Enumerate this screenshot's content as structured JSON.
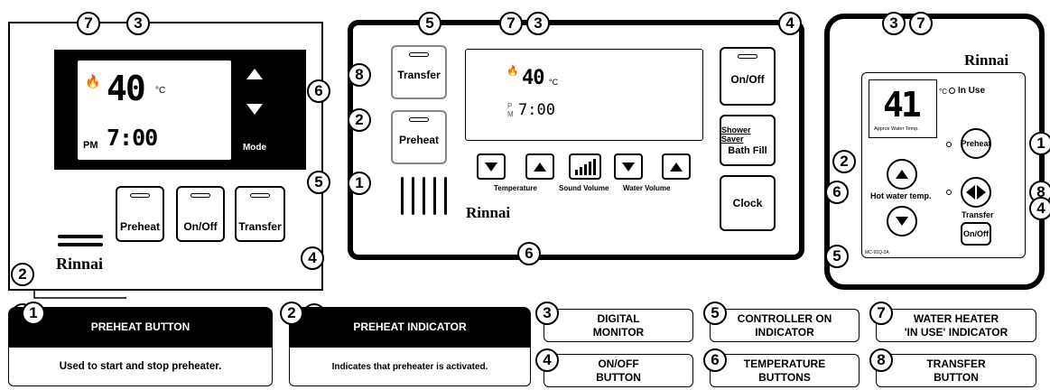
{
  "panel_left": {
    "temp_digits": "40",
    "temp_unit": "°C",
    "ampm": "PM",
    "time": "7:00",
    "mode_label": "Mode",
    "preheat_label": "Preheat",
    "onoff_label": "On/Off",
    "transfer_label": "Transfer",
    "brand": "Rinnai"
  },
  "panel_middle": {
    "transfer_label": "Transfer",
    "preheat_label": "Preheat",
    "temp_digits": "40",
    "temp_unit": "°C",
    "ampm_pm": "P",
    "ampm_m": "M",
    "time": "7:00",
    "onoff_label": "On/Off",
    "shower_saver_label": "Shower Saver",
    "bath_fill_label": "Bath Fill",
    "clock_label": "Clock",
    "temperature_label": "Temperature",
    "sound_volume_label": "Sound Volume",
    "water_volume_label": "Water Volume",
    "brand": "Rinnai"
  },
  "panel_right": {
    "brand": "Rinnai",
    "temp_digits": "41",
    "temp_unit": "°C",
    "in_use_label": "In Use",
    "approx_label": "Approx Water Temp.",
    "preheat_label": "Preheat",
    "hot_water_label": "Hot water temp.",
    "transfer_label": "Transfer",
    "onoff_label": "On/Off",
    "model_label": "MC-91Q-2A"
  },
  "callouts": {
    "c1": "1",
    "c2": "2",
    "c3": "3",
    "c4": "4",
    "c5": "5",
    "c6": "6",
    "c7": "7",
    "c8": "8"
  },
  "legend": {
    "item1": {
      "number": "1",
      "title": "PREHEAT BUTTON",
      "body": "Used to start and stop preheater."
    },
    "item2": {
      "number": "2",
      "title": "PREHEAT INDICATOR",
      "body": "Indicates that preheater is activated."
    },
    "item3": {
      "number": "3",
      "line1": "DIGITAL",
      "line2": "MONITOR"
    },
    "item4": {
      "number": "4",
      "line1": "ON/OFF",
      "line2": "BUTTON"
    },
    "item5": {
      "number": "5",
      "line1": "CONTROLLER ON",
      "line2": "INDICATOR"
    },
    "item6": {
      "number": "6",
      "line1": "TEMPERATURE",
      "line2": "BUTTONS"
    },
    "item7": {
      "number": "7",
      "line1": "WATER HEATER",
      "line2": "'IN USE' INDICATOR"
    },
    "item8": {
      "number": "8",
      "line1": "TRANSFER",
      "line2": "BUTTON"
    }
  }
}
